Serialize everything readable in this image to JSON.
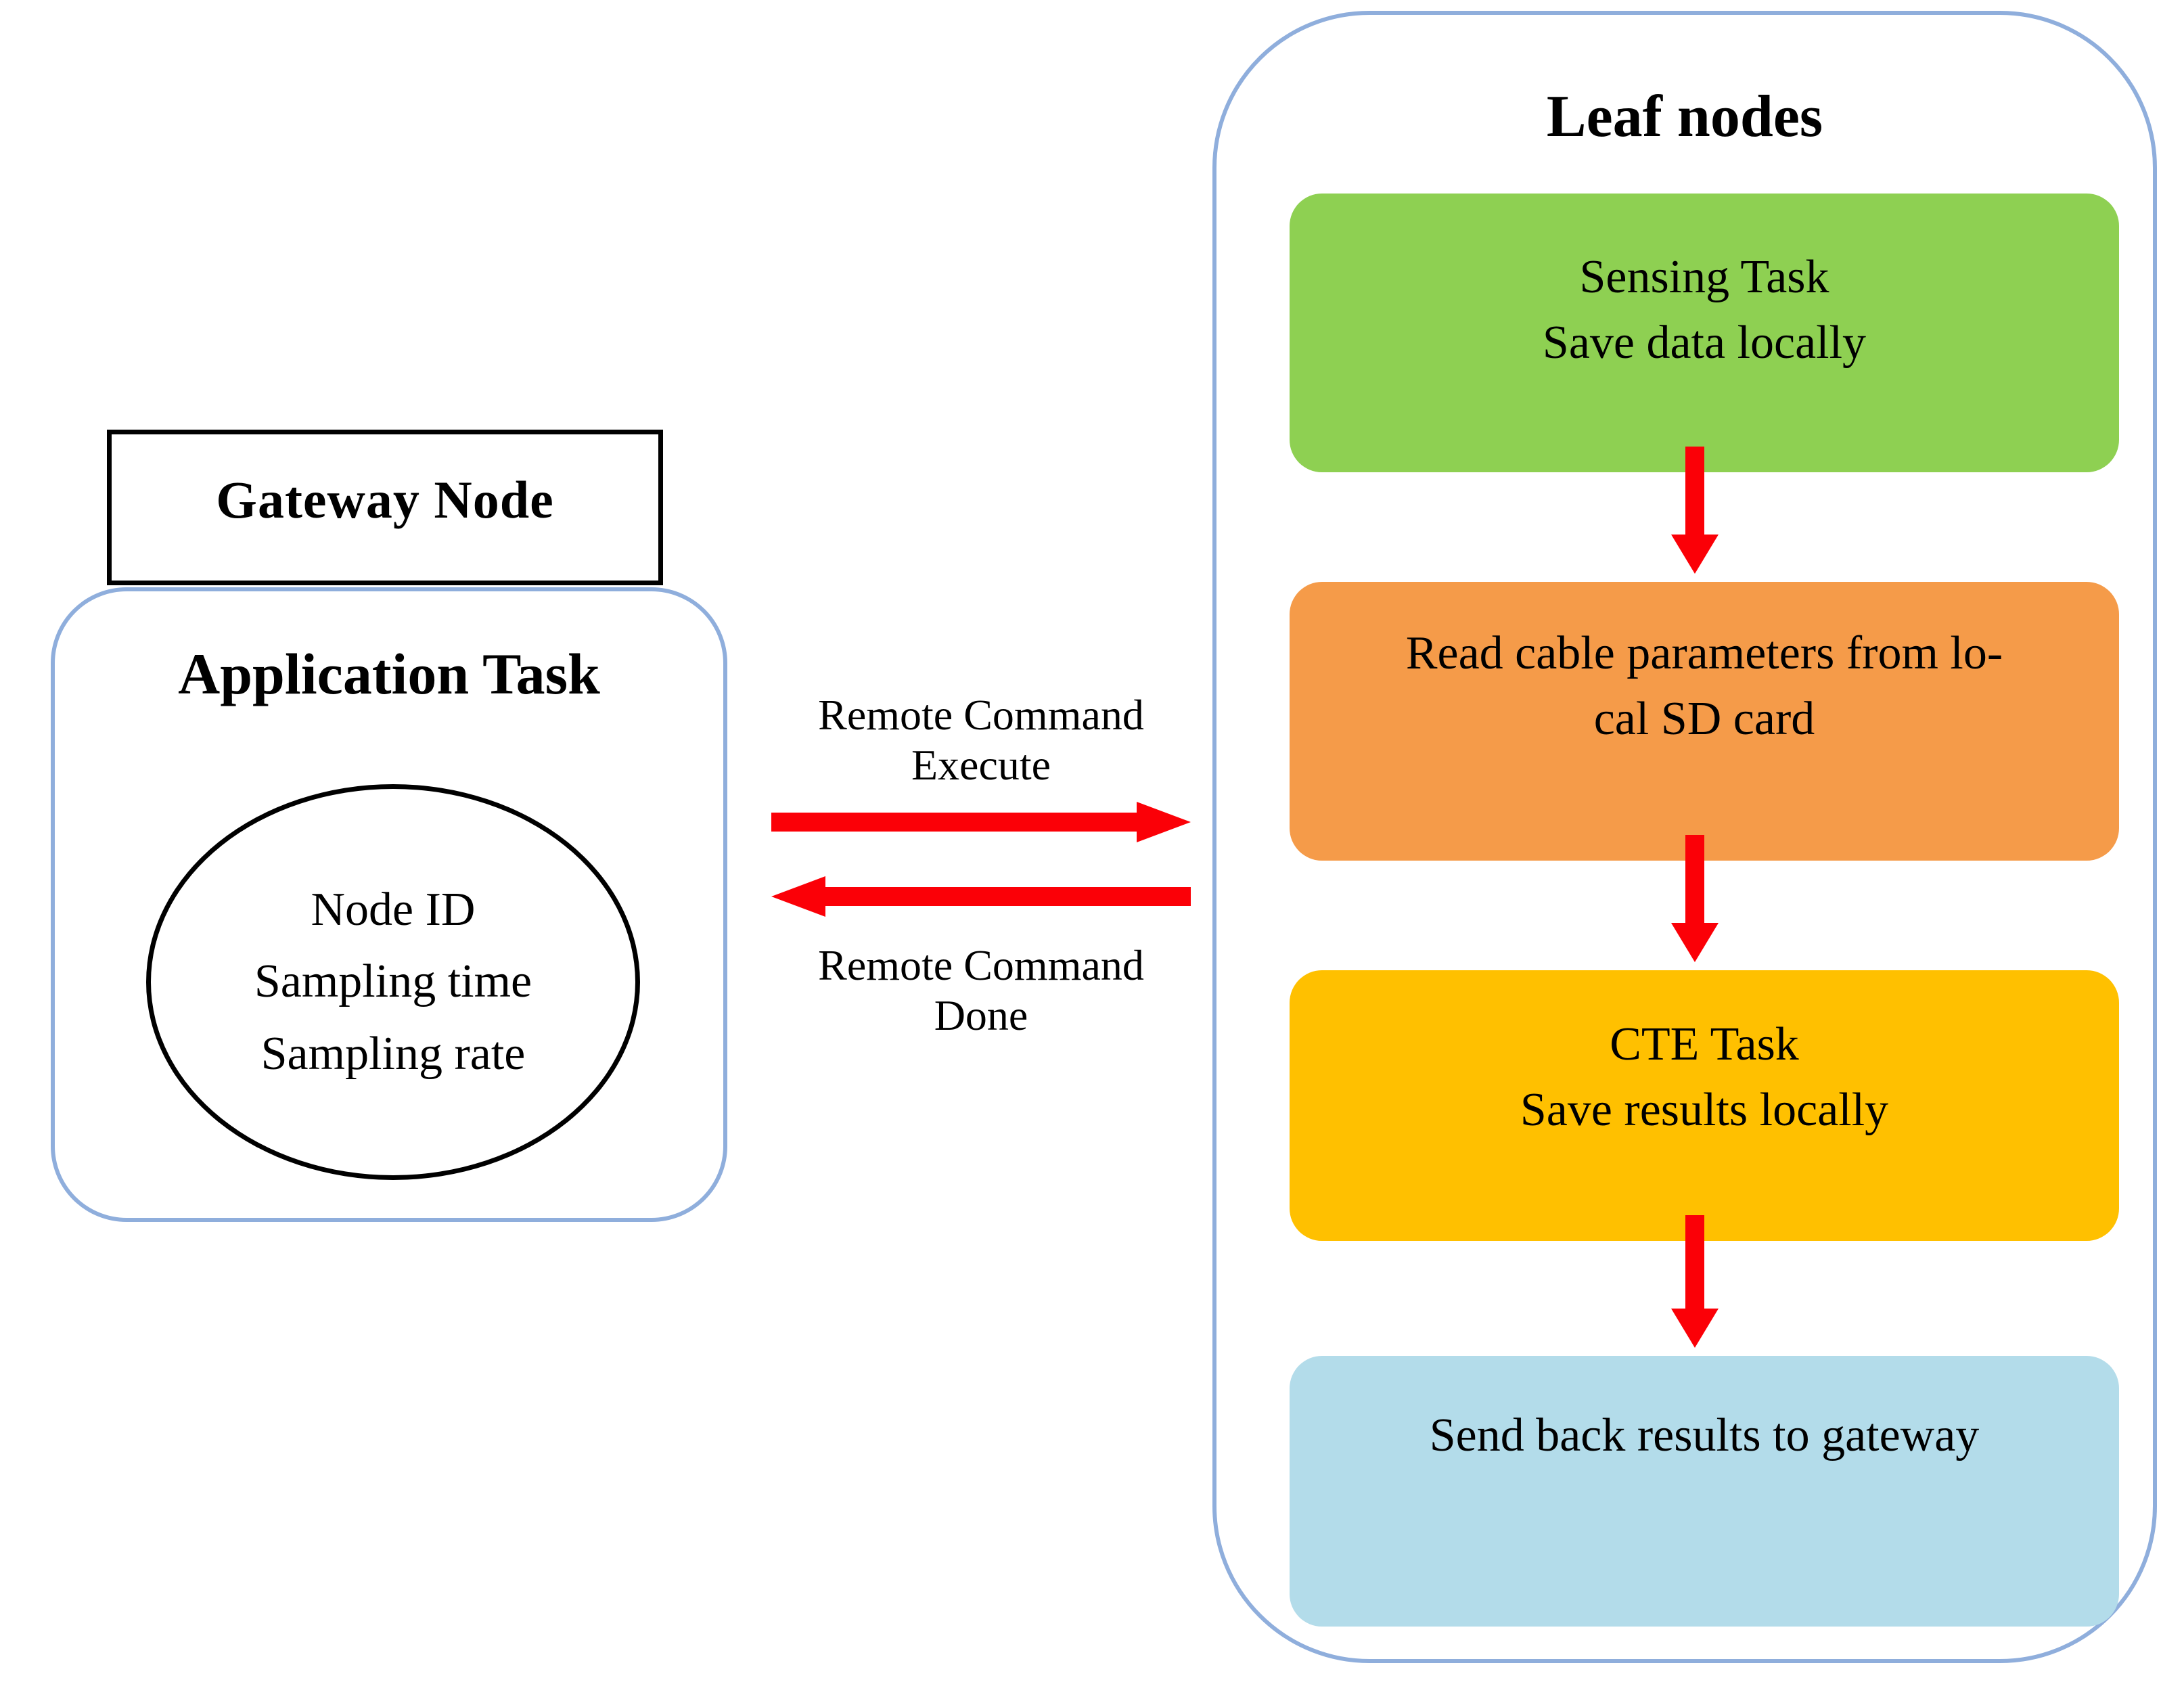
{
  "diagram": {
    "title": "Gateway Node and Leaf nodes task flow",
    "colors": {
      "green": "#8ED052",
      "orange": "#F59B49",
      "yellow": "#FFC000",
      "light_blue": "#B3DCEA",
      "card_border_blue": "#8FAEDC",
      "arrow_red": "#FB0007",
      "box_border_black": "#000000",
      "background": "#FFFFFF"
    }
  },
  "gateway": {
    "title": "Gateway Node",
    "app_task_title": "Application Task",
    "ellipse_items": [
      "Node ID",
      "Sampling time",
      "Sampling rate"
    ]
  },
  "middle": {
    "execute_label_line1": "Remote Command",
    "execute_label_line2": "Execute",
    "done_label_line1": "Remote Command",
    "done_label_line2": "Done",
    "execute_arrow_direction": "right",
    "done_arrow_direction": "left"
  },
  "leaf": {
    "title": "Leaf nodes",
    "steps": [
      {
        "id": "sensing",
        "color": "#8ED052",
        "line1": "Sensing Task",
        "line2": "Save data locally"
      },
      {
        "id": "read-sd",
        "color": "#F59B49",
        "line1": "Read cable parameters from lo-",
        "line2": "cal SD card"
      },
      {
        "id": "cte",
        "color": "#FFC000",
        "line1": "CTE Task",
        "line2": "Save results locally"
      },
      {
        "id": "send-back",
        "color": "#B3DCEA",
        "line1": "Send back results to gateway",
        "line2": ""
      }
    ]
  }
}
